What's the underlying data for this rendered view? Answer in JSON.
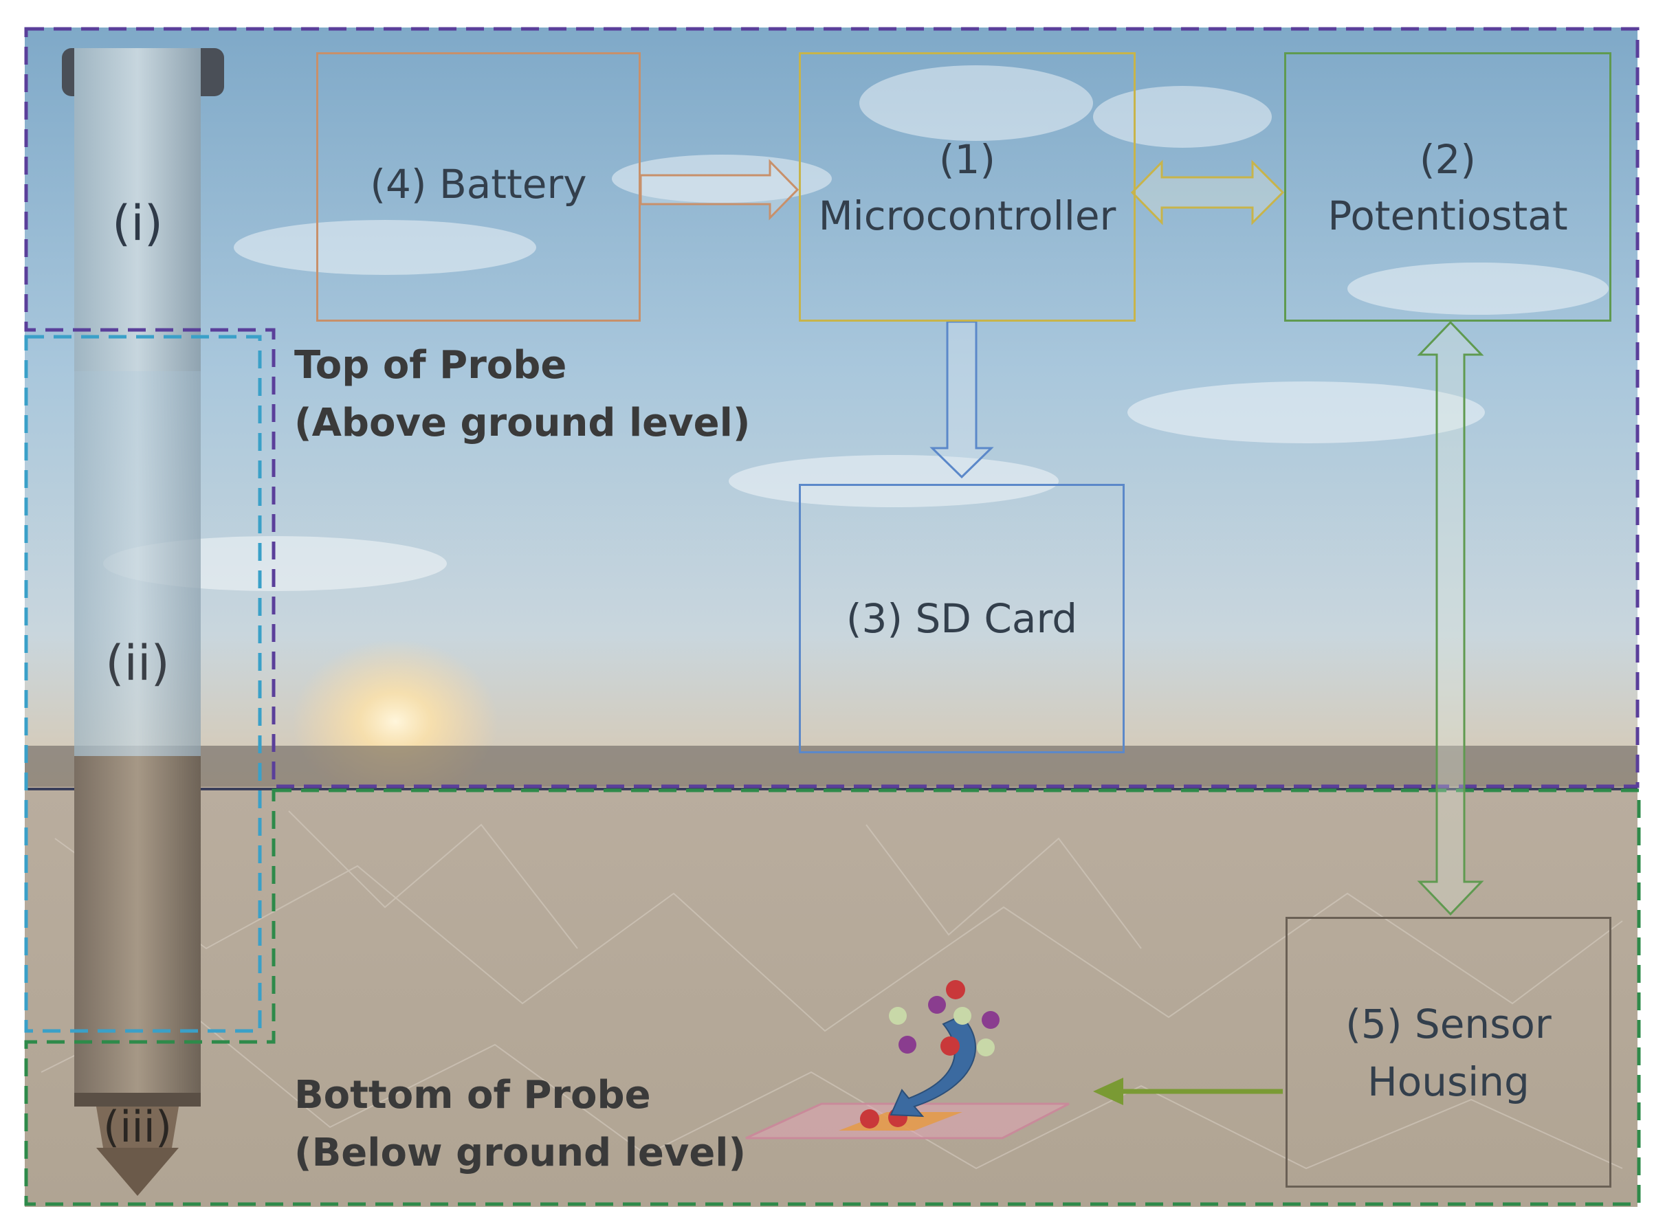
{
  "diagram": {
    "components": {
      "battery": {
        "label": "(4) Battery",
        "color": "#c8906a"
      },
      "microcontroller": {
        "number": "(1)",
        "name": "Microcontroller",
        "color": "#c8b44a"
      },
      "potentiostat": {
        "number": "(2)",
        "name": "Potentiostat",
        "color": "#5f9a50"
      },
      "sd_card": {
        "label": "(3) SD Card",
        "color": "#5b88c9"
      },
      "sensor_housing": {
        "line1": "(5) Sensor",
        "line2": "Housing",
        "color": "#6a6055"
      }
    },
    "regions": {
      "top": {
        "line1": "Top of Probe",
        "line2": "(Above ground level)",
        "border_color": "#5a3f9a"
      },
      "bottom": {
        "line1": "Bottom of Probe",
        "line2": "(Below ground level)",
        "border_color": "#2e8a4a"
      },
      "probe_middle_border_color": "#3aa0c8"
    },
    "probe_parts": {
      "top": "(i)",
      "middle": "(ii)",
      "bottom": "(iii)"
    },
    "colors": {
      "sky": "#8fb9d6",
      "ground": "#b7ab9c",
      "label_text": "#333f4c",
      "region_label_text": "#3a3a3a"
    }
  }
}
